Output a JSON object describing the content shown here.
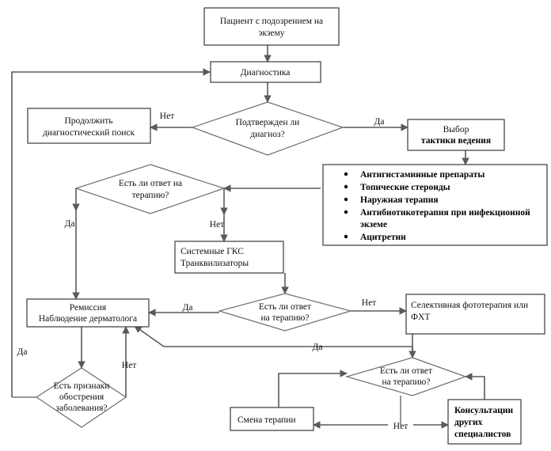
{
  "chart_data": {
    "type": "diagram",
    "title": "Алгоритм ведения пациента с подозрением на экзему",
    "diagram_kind": "flowchart",
    "language": "ru",
    "nodes": [
      {
        "id": "patient",
        "shape": "box",
        "lines": [
          "Пациент с подозрением на",
          "экзему"
        ]
      },
      {
        "id": "diagnostics",
        "shape": "box",
        "lines": [
          "Диагностика"
        ]
      },
      {
        "id": "dx_confirmed",
        "shape": "diamond",
        "lines": [
          "Подтвержден ли",
          "диагноз?"
        ]
      },
      {
        "id": "continue_search",
        "shape": "box",
        "lines": [
          "Продолжить",
          "диагностический поиск"
        ]
      },
      {
        "id": "tactics_choice",
        "shape": "box",
        "lines": [
          "Выбор",
          "тактики ведения"
        ]
      },
      {
        "id": "therapy_list",
        "shape": "box",
        "lines": []
      },
      {
        "id": "response_1",
        "shape": "diamond",
        "lines": [
          "Есть ли ответ на",
          "терапию?"
        ]
      },
      {
        "id": "systemic_gks",
        "shape": "box",
        "lines": [
          "Системные ГКС",
          "Транквилизаторы"
        ]
      },
      {
        "id": "remission",
        "shape": "box",
        "lines": [
          "Ремиссия",
          "Наблюдение дерматолога"
        ]
      },
      {
        "id": "response_2",
        "shape": "diamond",
        "lines": [
          "Есть ли ответ",
          "на терапию?"
        ]
      },
      {
        "id": "phototherapy",
        "shape": "box",
        "lines": [
          "Селективная фототерапия или",
          "ФХТ"
        ]
      },
      {
        "id": "exacerbation",
        "shape": "diamond",
        "lines": [
          "Есть признаки",
          "обострения",
          "заболевания?"
        ]
      },
      {
        "id": "response_3",
        "shape": "diamond",
        "lines": [
          "Есть ли ответ",
          "на терапию?"
        ]
      },
      {
        "id": "change_therapy",
        "shape": "box",
        "lines": [
          "Смена терапии"
        ]
      },
      {
        "id": "consultations",
        "shape": "box",
        "lines": [
          "Консультации",
          "других",
          "специалистов"
        ]
      }
    ],
    "edge_labels": [
      "Нет",
      "Да",
      "Да",
      "Нет",
      "Да",
      "Нет",
      "Да",
      "Да",
      "Нет",
      "Нет"
    ],
    "bullets": [
      "Антигистаминные препараты",
      "Топические стероиды",
      "Наружная терапия",
      "Антибиотикотерапия   при   инфекционной",
      "экземе",
      "Ацитретин"
    ]
  },
  "nodes": {
    "patient": {
      "line1": "Пациент с подозрением на",
      "line2": "экзему"
    },
    "diagnostics": {
      "line1": "Диагностика"
    },
    "dx_confirmed": {
      "line1": "Подтвержден ли",
      "line2": "диагноз?"
    },
    "continue_search": {
      "line1": "Продолжить",
      "line2": "диагностический поиск"
    },
    "tactics_choice": {
      "line1": "Выбор",
      "line2": "тактики ведения"
    },
    "therapy_list": {
      "b1": "Антигистаминные препараты",
      "b2": "Топические стероиды",
      "b3": "Наружная терапия",
      "b4": "Антибиотикотерапия   при   инфекционной",
      "b4b": "экземе",
      "b5": "Ацитретин"
    },
    "response_1": {
      "line1": "Есть ли ответ на",
      "line2": "терапию?"
    },
    "systemic_gks": {
      "line1": "Системные ГКС",
      "line2": "Транквилизаторы"
    },
    "remission": {
      "line1": "Ремиссия",
      "line2": "Наблюдение дерматолога"
    },
    "response_2": {
      "line1": "Есть ли ответ",
      "line2": "на терапию?"
    },
    "phototherapy": {
      "line1": "Селективная фототерапия или",
      "line2": "ФХТ"
    },
    "exacerbation": {
      "line1": "Есть признаки",
      "line2": "обострения",
      "line3": "заболевания?"
    },
    "response_3": {
      "line1": "Есть ли ответ",
      "line2": "на терапию?"
    },
    "change_therapy": {
      "line1": "Смена терапии"
    },
    "consultations": {
      "line1": "Консультации",
      "line2": "других",
      "line3": "специалистов"
    }
  },
  "labels": {
    "dx_no": "Нет",
    "dx_yes": "Да",
    "resp1_yes": "Да",
    "resp1_no": "Нет",
    "resp2_yes": "Да",
    "resp2_no": "Нет",
    "exac_yes": "Да",
    "exac_no": "Нет",
    "resp3_yes": "Да",
    "resp3_no": "Нет"
  },
  "colors": {
    "box_stroke": "#3a3a3a",
    "diamond_stroke": "#6e6e6e",
    "edge": "#5a5a5a",
    "text": "#111111",
    "background": "#ffffff"
  }
}
